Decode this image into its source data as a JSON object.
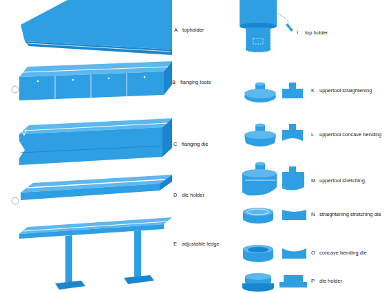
{
  "diagram": {
    "labels": [
      "A",
      "topholder",
      "B",
      "flanging tools",
      "C",
      "flanging die",
      "D",
      "die holder",
      "E",
      "adjustable ledge",
      "I",
      "top holder",
      "K",
      "uppertool straightening",
      "L",
      "uppertool concave bending",
      "M",
      "uppertool stretching",
      "N",
      "straightening stretching die",
      "O",
      "concave bending die",
      "P",
      "die holder"
    ]
  }
}
